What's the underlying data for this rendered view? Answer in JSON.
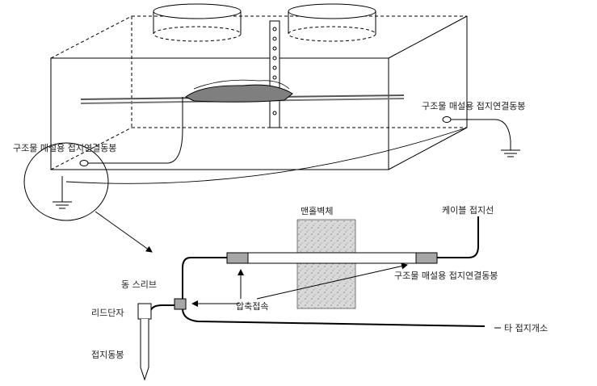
{
  "labels": {
    "upper_right_rod": "구조물 매설용 접지연결동봉",
    "upper_left_rod": "구조물 매설용 접지연결동봉",
    "manhole_wall": "맨홀벽체",
    "cable_ground_wire": "케이블 접지선",
    "lower_rod": "구조물 매설용 접지연결동봉",
    "copper_sleeve": "동 스리브",
    "compression_joint": "압축접속",
    "lead_terminal": "리드단자",
    "ground_rod": "접지동봉",
    "other_ground": "타 접지개소"
  },
  "colors": {
    "line": "#000000",
    "wall_fill": "#d9d9d9",
    "connector_fill": "#a6a6a6",
    "cable_fill": "#7f7f7f"
  }
}
